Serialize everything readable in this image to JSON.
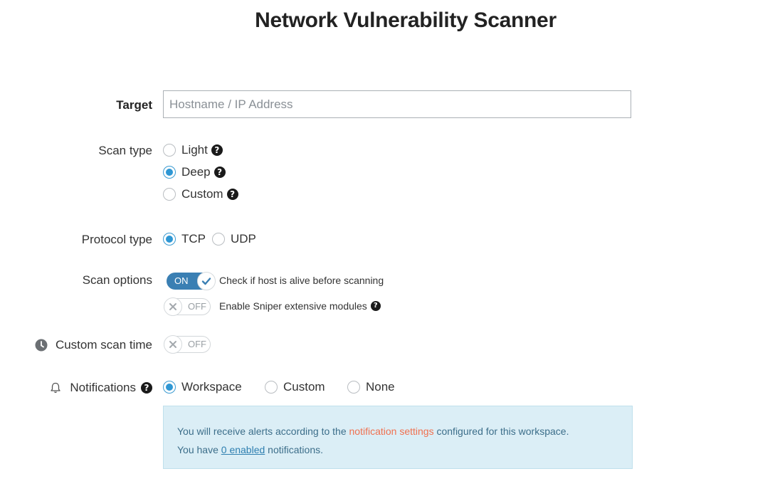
{
  "page": {
    "title": "Network Vulnerability Scanner"
  },
  "target": {
    "label": "Target",
    "placeholder": "Hostname / IP Address",
    "value": ""
  },
  "scan_type": {
    "label": "Scan type",
    "options": [
      {
        "label": "Light",
        "checked": false,
        "help": "?"
      },
      {
        "label": "Deep",
        "checked": true,
        "help": "?"
      },
      {
        "label": "Custom",
        "checked": false,
        "help": "?"
      }
    ]
  },
  "protocol_type": {
    "label": "Protocol type",
    "options": [
      {
        "label": "TCP",
        "checked": true
      },
      {
        "label": "UDP",
        "checked": false
      }
    ]
  },
  "scan_options": {
    "label": "Scan options",
    "items": [
      {
        "toggle": "ON",
        "enabled": true,
        "label": "Check if host is alive before scanning"
      },
      {
        "toggle": "OFF",
        "enabled": false,
        "label": "Enable Sniper extensive modules",
        "help": "?"
      }
    ]
  },
  "custom_scan_time": {
    "label": "Custom scan time",
    "toggle": "OFF",
    "enabled": false
  },
  "notifications": {
    "label": "Notifications",
    "help": "?",
    "options": [
      {
        "label": "Workspace",
        "checked": true
      },
      {
        "label": "Custom",
        "checked": false
      },
      {
        "label": "None",
        "checked": false
      }
    ],
    "info": {
      "line1_prefix": "You will receive alerts according to the",
      "line1_link": "notification settings",
      "line1_suffix": "configured for this workspace.",
      "line2_prefix": "You have",
      "line2_link": "0 enabled",
      "line2_suffix": "notifications."
    }
  },
  "colors": {
    "accent": "#2f97d4",
    "toggle_on": "#3a7fb3",
    "info_bg": "#dbeef6",
    "link_orange": "#f0704f"
  }
}
